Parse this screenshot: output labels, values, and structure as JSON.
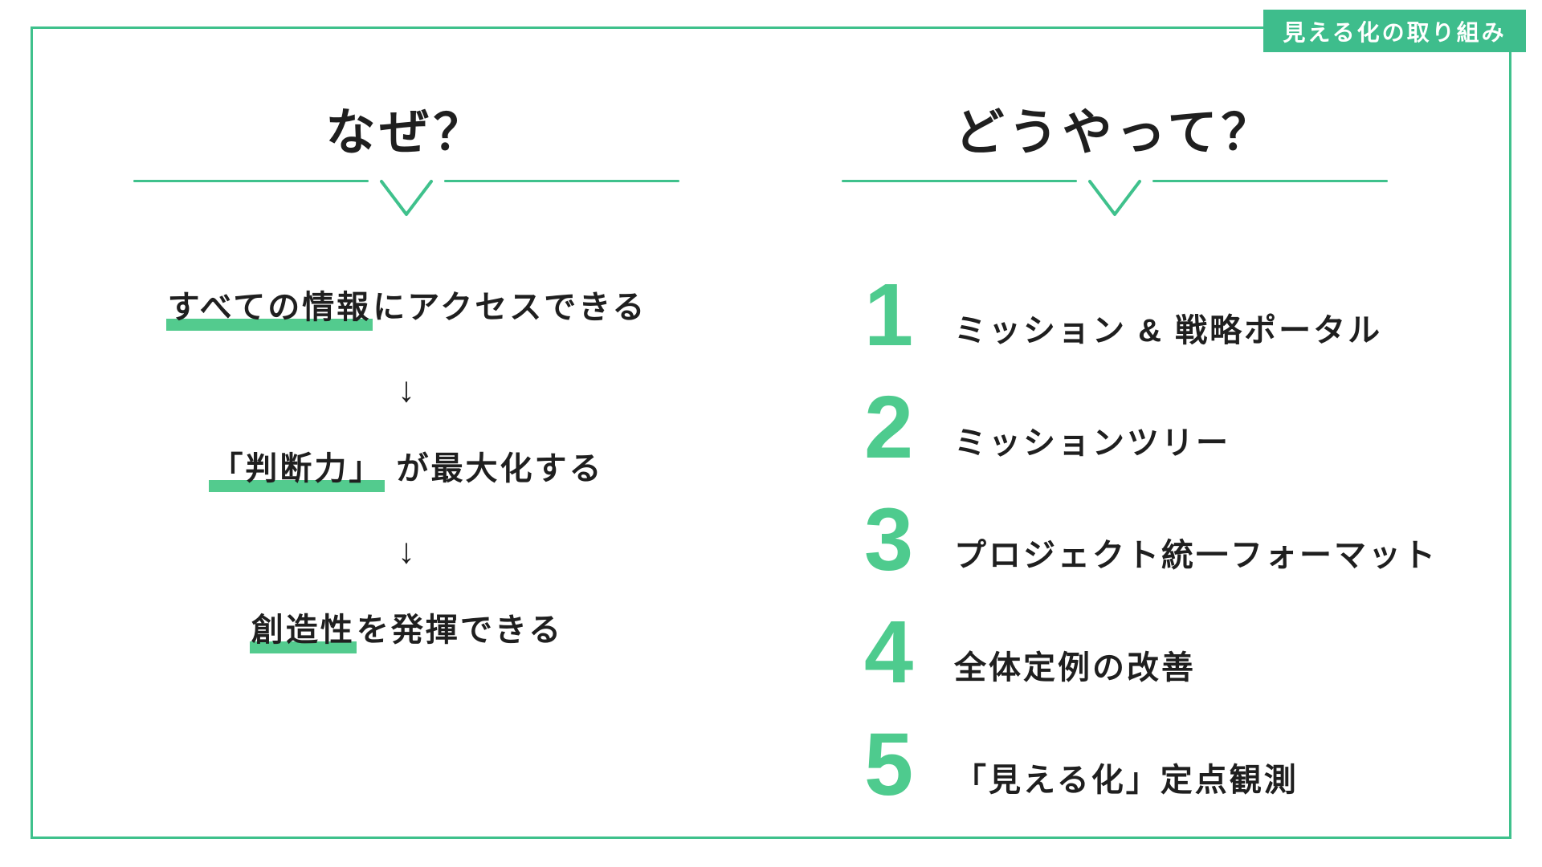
{
  "badge": {
    "label": "見える化の取り組み"
  },
  "colors": {
    "accent": "#3ebd8c",
    "line": "#3fc18c",
    "highlight": "#53cb8e",
    "number": "#4ecb8e",
    "text": "#1f1f1f"
  },
  "left_column": {
    "heading": "なぜ？",
    "arrow": "↓",
    "steps": [
      {
        "highlight": "すべての情報",
        "rest": "にアクセスできる"
      },
      {
        "highlight": "「判断力」",
        "rest": " が最大化する"
      },
      {
        "highlight": "創造性",
        "rest": "を発揮できる"
      }
    ]
  },
  "right_column": {
    "heading": "どうやって？",
    "items": [
      {
        "number": "1",
        "label": "ミッション & 戦略ポータル"
      },
      {
        "number": "2",
        "label": "ミッションツリー"
      },
      {
        "number": "3",
        "label": "プロジェクト統一フォーマット"
      },
      {
        "number": "4",
        "label": "全体定例の改善"
      },
      {
        "number": "5",
        "label": "「見える化」定点観測"
      }
    ]
  }
}
